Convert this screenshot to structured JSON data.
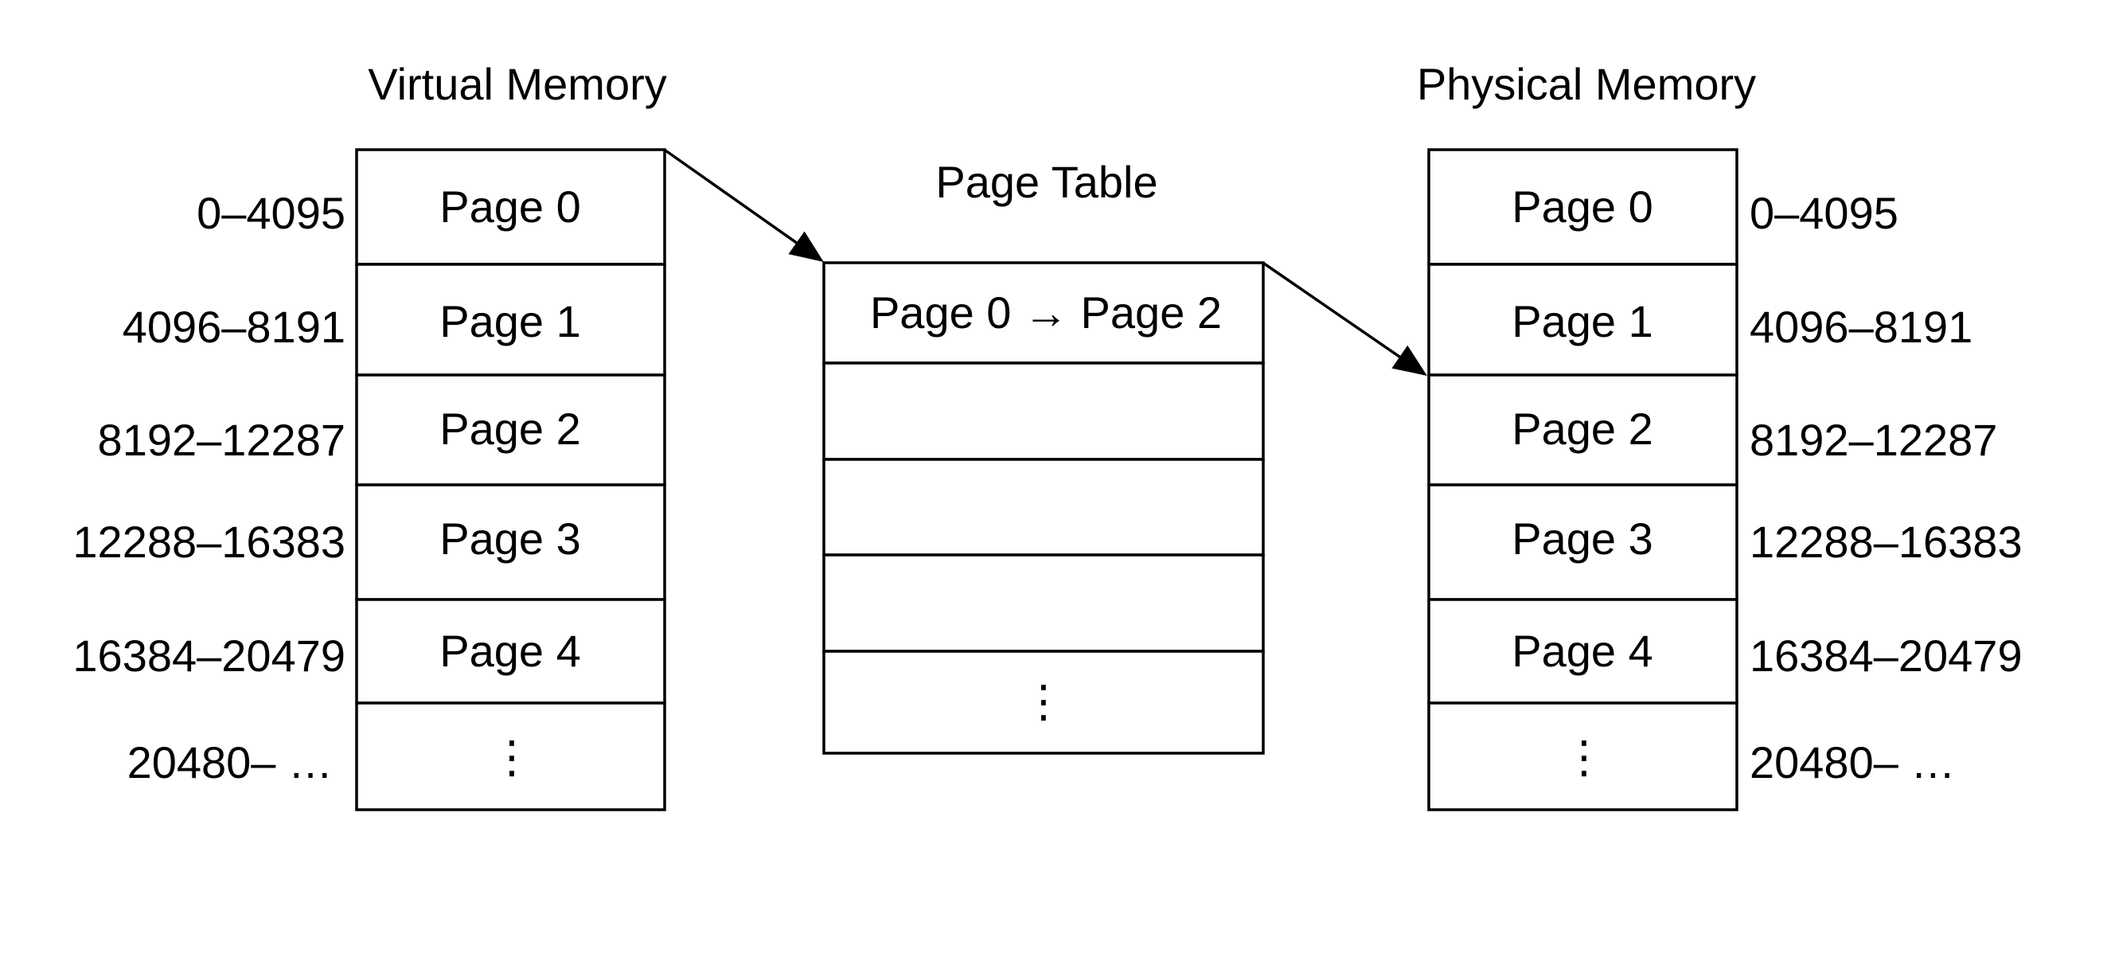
{
  "virtual_memory": {
    "title": "Virtual Memory",
    "pages": [
      "Page 0",
      "Page 1",
      "Page 2",
      "Page 3",
      "Page 4",
      "⋮"
    ],
    "addresses": [
      "0–4095",
      "4096–8191",
      "8192–12287",
      "12288–16383",
      "16384–20479",
      "20480– …"
    ]
  },
  "page_table": {
    "title": "Page Table",
    "entries": [
      "Page 0 → Page 2",
      "",
      "",
      "",
      "⋮"
    ]
  },
  "physical_memory": {
    "title": "Physical Memory",
    "pages": [
      "Page 0",
      "Page 1",
      "Page 2",
      "Page 3",
      "Page 4",
      "⋮"
    ],
    "addresses": [
      "0–4095",
      "4096–8191",
      "8192–12287",
      "12288–16383",
      "16384–20479",
      "20480– …"
    ]
  }
}
